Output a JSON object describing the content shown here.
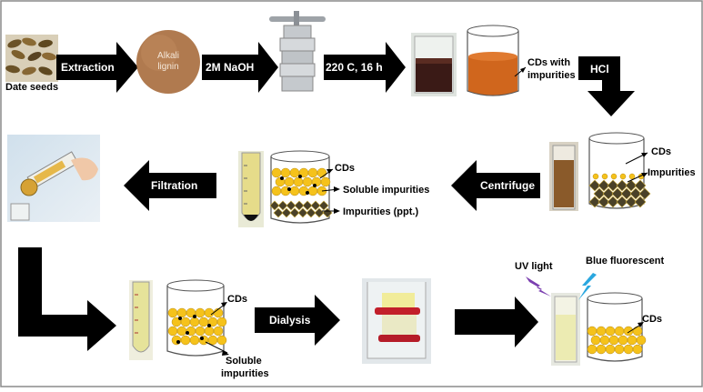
{
  "colors": {
    "border": "#8a8a8a",
    "arrow": "#000000",
    "lignin": "#b07a4f",
    "cd_yellow": "#f5c21b",
    "impurity_dark": "#4a4128",
    "hcl_solution": "#d0661d",
    "lightning_purple": "#7b3fb0",
    "lightning_blue": "#2aa7df"
  },
  "labels": {
    "date_seeds": "Date seeds",
    "lignin": "Alkali\nlignin",
    "cds_with_impurities": "CDs with\nimpurities",
    "cds": "CDs",
    "impurities": "Impurities",
    "soluble_impurities": "Soluble impurities",
    "impurities_ppt": "Impurities (ppt.)",
    "soluble_impurities_2": "Soluble\nimpurities",
    "uv_light": "UV light",
    "blue_fluorescent": "Blue fluorescent"
  },
  "steps": {
    "extraction": "Extraction",
    "naoh": "2M NaOH",
    "heat": "220 C, 16 h",
    "hcl": "HCl",
    "centrifuge": "Centrifuge",
    "filtration": "Filtration",
    "dialysis": "Dialysis"
  }
}
